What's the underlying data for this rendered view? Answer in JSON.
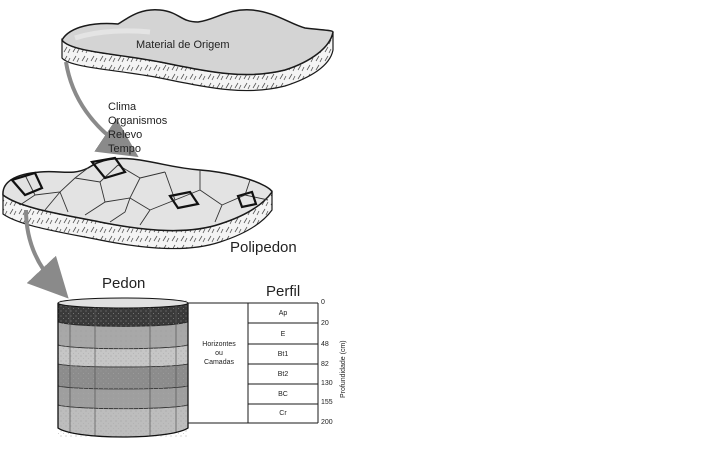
{
  "diagram": {
    "parent_material_label": "Material de Origem",
    "factors": [
      "Clima",
      "Organismos",
      "Relevo",
      "Tempo"
    ],
    "polipedon_label": "Polipedon",
    "pedon_label": "Pedon",
    "perfil_label": "Perfil",
    "horizon_group_label": [
      "Horizontes",
      "ou",
      "Camadas"
    ],
    "horizons": [
      "Ap",
      "E",
      "Bt1",
      "Bt2",
      "BC",
      "Cr"
    ],
    "depths": [
      "0",
      "20",
      "48",
      "82",
      "130",
      "155",
      "200"
    ],
    "depth_axis_label": "Profundidade (cm)"
  },
  "colors": {
    "outline": "#1a1a1a",
    "top_surface": "#d9d9d9",
    "side_texture": "#f2f2f2",
    "arrow": "#8a8a8a"
  }
}
